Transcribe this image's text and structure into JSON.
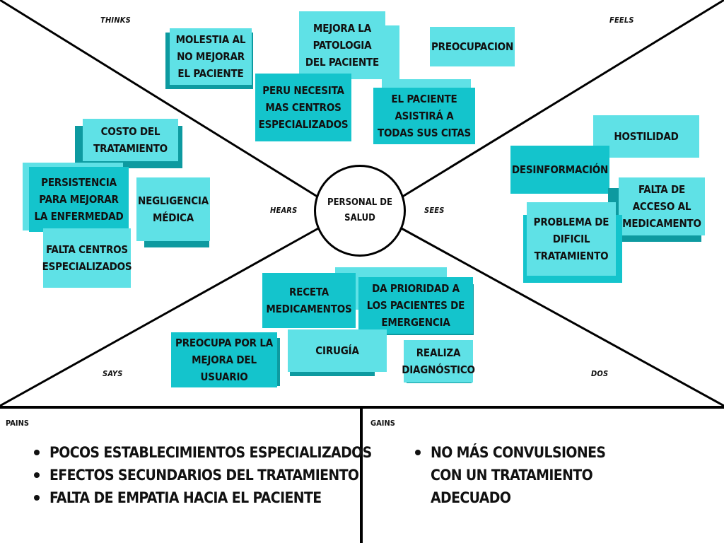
{
  "colors": {
    "light": "#5fe1e6",
    "mid": "#14c4cc",
    "dark": "#0d9aa0"
  },
  "labels": {
    "thinks": "THINKS",
    "feels": "FEELS",
    "hears": "HEARS",
    "sees": "SEES",
    "says": "SAYS",
    "dos": "DOS"
  },
  "center": "PERSONAL DE SALUD",
  "notes": {
    "molestia": "MOLESTIA AL NO MEJORAR EL PACIENTE",
    "mejora": "MEJORA LA PATOLOGIA DEL PACIENTE",
    "preocupacion": "PREOCUPACION",
    "peru": "PERU NECESITA MAS CENTROS ESPECIALIZADOS",
    "asistira": "EL PACIENTE ASISTIRÁ A TODAS SUS CITAS",
    "costo": "COSTO DEL TRATAMIENTO",
    "persistencia": "PERSISTENCIA PARA MEJORAR LA ENFERMEDAD",
    "negligencia": "NEGLIGENCIA MÉDICA",
    "falta_centros": "FALTA CENTROS ESPECIALIZADOS",
    "hostilidad": "HOSTILIDAD",
    "desinformacion": "DESINFORMACIÓN",
    "falta_acceso": "FALTA DE ACCESO AL MEDICAMENTO",
    "problema": "PROBLEMA DE DIFICIL TRATAMIENTO",
    "receta": "RECETA MEDICAMENTOS",
    "prioridad": "DA PRIORIDAD A LOS PACIENTES DE EMERGENCIA",
    "preocupa": "PREOCUPA POR LA MEJORA DEL USUARIO",
    "cirugia": "CIRUGÍA",
    "realiza": "REALIZA DIAGNÓSTICO"
  },
  "pains": {
    "label": "PAINS",
    "items": [
      "POCOS ESTABLECIMIENTOS ESPECIALIZADOS",
      "EFECTOS SECUNDARIOS DEL TRATAMIENTO",
      "FALTA DE EMPATIA HACIA EL PACIENTE"
    ]
  },
  "gains": {
    "label": "GAINS",
    "items": [
      "NO MÁS CONVULSIONES CON UN TRATAMIENTO ADECUADO"
    ]
  }
}
